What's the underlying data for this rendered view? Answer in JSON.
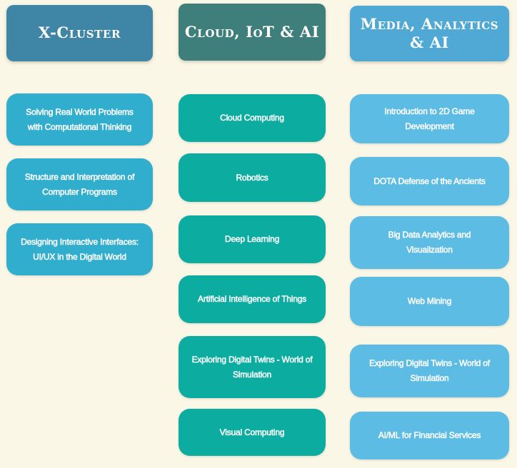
{
  "page": {
    "background_color": "#fbf7e7",
    "text_color": "#ffffff"
  },
  "columns": [
    {
      "id": "x-cluster",
      "header": {
        "label": "X-Cluster",
        "bg": "#3f86a6"
      },
      "card_bg": "#31aecd",
      "cards": [
        {
          "title": "Solving Real World Problems\nwith Computational Thinking"
        },
        {
          "title": "Structure and Interpretation of\nComputer Programs"
        },
        {
          "title": "Designing Interactive Interfaces:\nUI/UX in the Digital World"
        }
      ]
    },
    {
      "id": "cloud-iot-ai",
      "header": {
        "label": "Cloud, IoT & AI",
        "bg": "#3f7f7b"
      },
      "card_bg": "#0cada0",
      "cards": [
        {
          "title": "Cloud Computing"
        },
        {
          "title": "Robotics"
        },
        {
          "title": "Deep Learning"
        },
        {
          "title": "Artificial Intelligence of Things"
        },
        {
          "title": "Exploring Digital Twins - World of\nSimulation"
        },
        {
          "title": "Visual Computing"
        }
      ]
    },
    {
      "id": "media-analytics-ai",
      "header": {
        "label": "Media, Analytics\n& AI",
        "bg": "#4fa9d4"
      },
      "card_bg": "#5cbce4",
      "cards": [
        {
          "title": "Introduction to 2D Game\nDevelopment"
        },
        {
          "title": "DOTA Defense of the Ancients"
        },
        {
          "title": "Big Data Analytics and\nVisualization"
        },
        {
          "title": "Web Mining"
        },
        {
          "title": "Exploring Digital Twins - World of\nSimulation"
        },
        {
          "title": "AI/ML for Financial Services"
        }
      ]
    }
  ]
}
